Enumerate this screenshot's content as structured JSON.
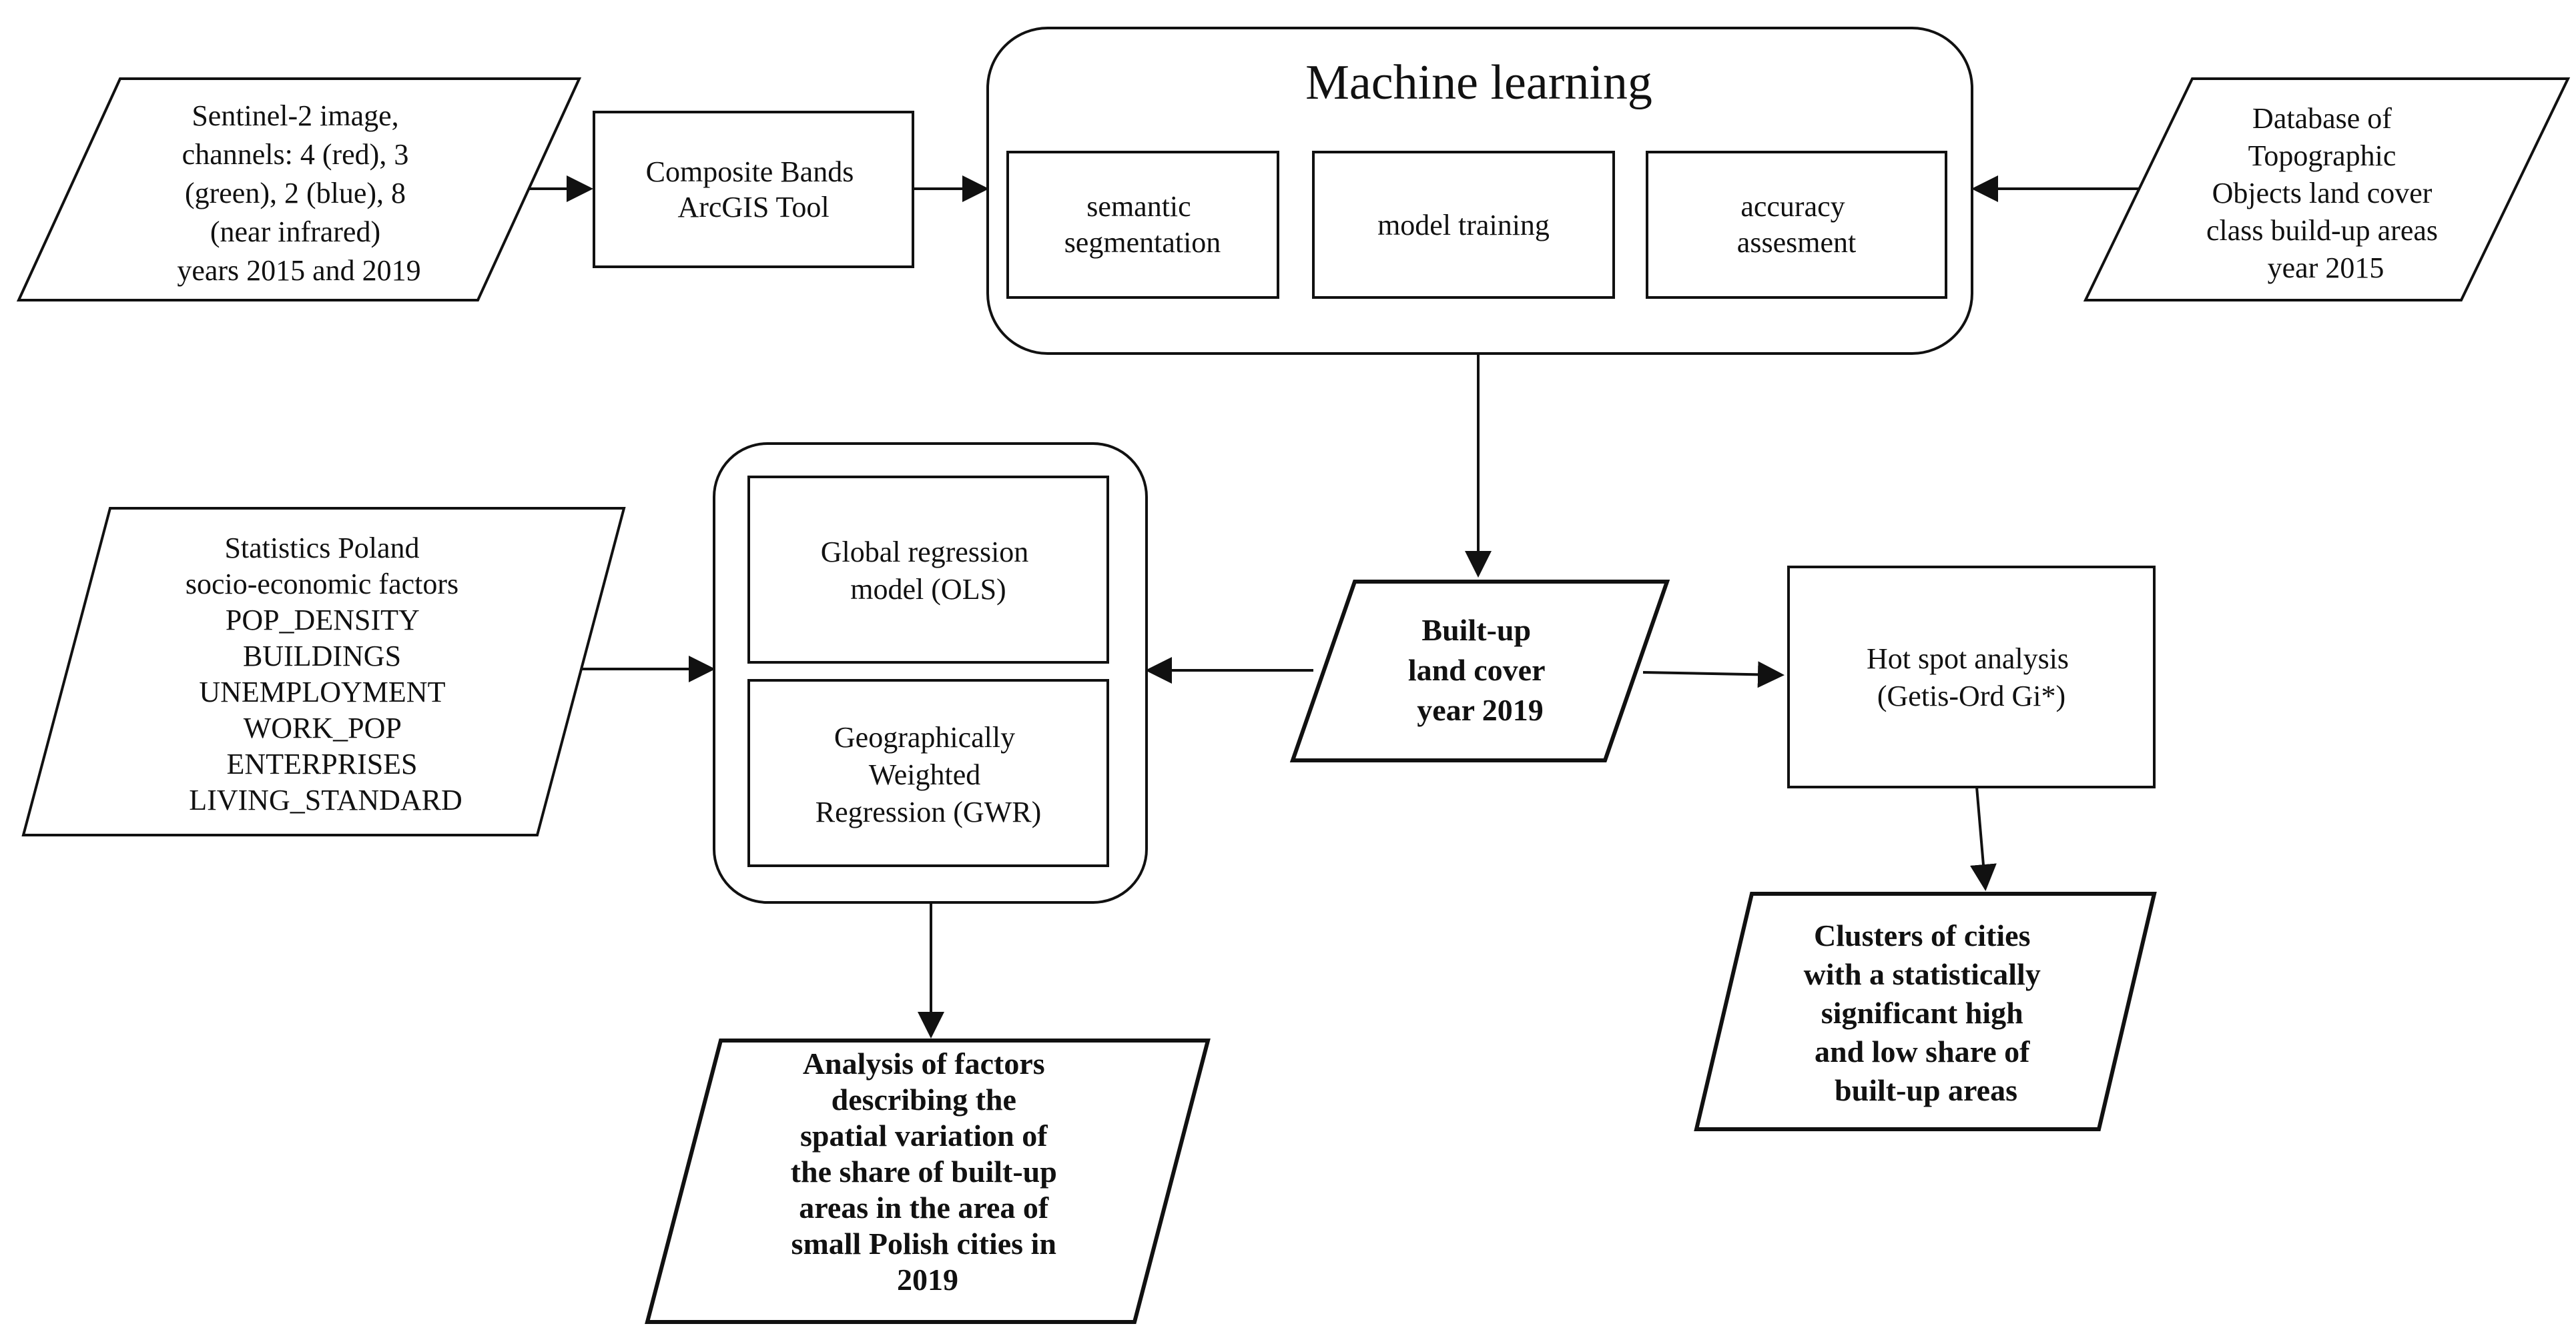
{
  "nodes": {
    "sentinel_input": {
      "lines": [
        "Sentinel-2 image,",
        "channels: 4 (red), 3",
        "(green), 2 (blue), 8",
        "(near infrared)",
        "years 2015 and 2019"
      ]
    },
    "composite_bands": {
      "lines": [
        "Composite Bands",
        "ArcGIS Tool"
      ]
    },
    "machine_learning": {
      "title": "Machine learning",
      "steps": {
        "semantic_segmentation": {
          "lines": [
            "semantic",
            "segmentation"
          ]
        },
        "model_training": {
          "lines": [
            "model training"
          ]
        },
        "accuracy_assessment": {
          "lines": [
            "accuracy",
            "assesment"
          ]
        }
      }
    },
    "topographic_database": {
      "lines": [
        "Database of",
        "Topographic",
        "Objects  land cover",
        "class build-up areas",
        "year 2015"
      ]
    },
    "statistics_poland": {
      "lines": [
        "Statistics Poland",
        "socio-economic factors",
        "POP_DENSITY",
        "BUILDINGS",
        "UNEMPLOYMENT",
        "WORK_POP",
        "ENTERPRISES",
        "LIVING_STANDARD"
      ]
    },
    "regression_models": {
      "ols": {
        "lines": [
          "Global regression",
          "model (OLS)"
        ]
      },
      "gwr": {
        "lines": [
          "Geographically",
          "Weighted",
          "Regression (GWR)"
        ]
      }
    },
    "builtup_land_cover": {
      "lines": [
        "Built-up",
        "land cover",
        "year 2019"
      ]
    },
    "hot_spot": {
      "lines": [
        "Hot spot analysis",
        "(Getis-Ord Gi*)"
      ]
    },
    "clusters_output": {
      "lines": [
        "Clusters of cities",
        "with a statistically",
        "significant high",
        "and low share of",
        "built-up areas"
      ]
    },
    "factors_output": {
      "lines": [
        "Analysis of  factors",
        "describing the",
        "spatial variation of",
        "the share of built-up",
        "areas in the area of",
        "small Polish cities in",
        "2019"
      ]
    }
  }
}
